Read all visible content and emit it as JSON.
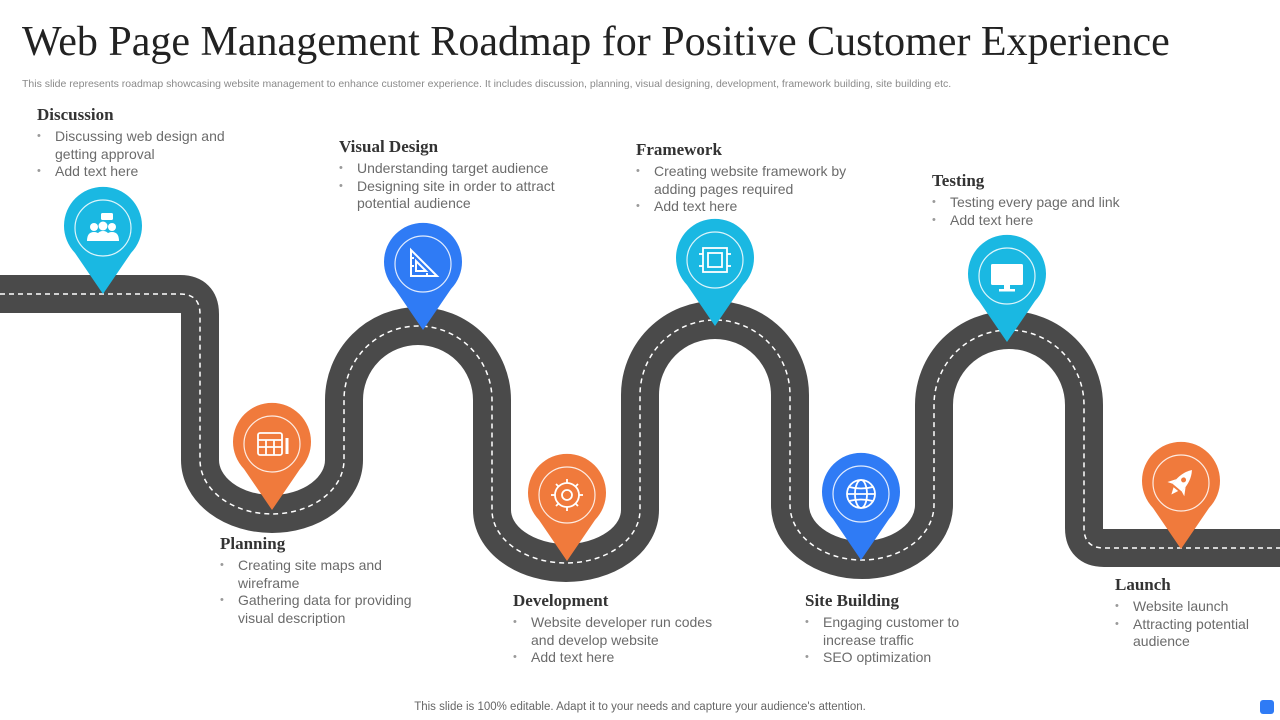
{
  "title": "Web Page Management Roadmap for Positive Customer Experience",
  "subtitle": "This slide represents roadmap showcasing website management to enhance customer experience. It includes discussion, planning, visual designing, development, framework building, site building etc.",
  "footer": "This slide is 100% editable. Adapt it to your needs and capture your audience's attention.",
  "colors": {
    "cyan": "#1ab8e2",
    "orange": "#f07a3c",
    "blue": "#2f7bf5",
    "road": "#4a4a4a"
  },
  "steps": [
    {
      "title": "Discussion",
      "bullets": [
        "Discussing web design and getting approval",
        "Add text here"
      ],
      "icon": "users-icon",
      "color": "#1ab8e2"
    },
    {
      "title": "Planning",
      "bullets": [
        "Creating site maps and wireframe",
        "Gathering data for providing visual description"
      ],
      "icon": "calendar-icon",
      "color": "#f07a3c"
    },
    {
      "title": "Visual Design",
      "bullets": [
        "Understanding target audience",
        "Designing site in order to attract potential audience"
      ],
      "icon": "ruler-triangle-icon",
      "color": "#2f7bf5"
    },
    {
      "title": "Development",
      "bullets": [
        "Website developer run codes and develop website",
        "Add text here"
      ],
      "icon": "brain-gear-icon",
      "color": "#f07a3c"
    },
    {
      "title": "Framework",
      "bullets": [
        "Creating website framework by adding pages required",
        "Add text here"
      ],
      "icon": "framework-icon",
      "color": "#1ab8e2"
    },
    {
      "title": "Site Building",
      "bullets": [
        "Engaging customer to increase traffic",
        "SEO optimization"
      ],
      "icon": "globe-icon",
      "color": "#2f7bf5"
    },
    {
      "title": "Testing",
      "bullets": [
        "Testing every page and link",
        "Add text here"
      ],
      "icon": "monitor-icon",
      "color": "#1ab8e2"
    },
    {
      "title": "Launch",
      "bullets": [
        "Website launch",
        "Attracting potential audience"
      ],
      "icon": "rocket-icon",
      "color": "#f07a3c"
    }
  ]
}
